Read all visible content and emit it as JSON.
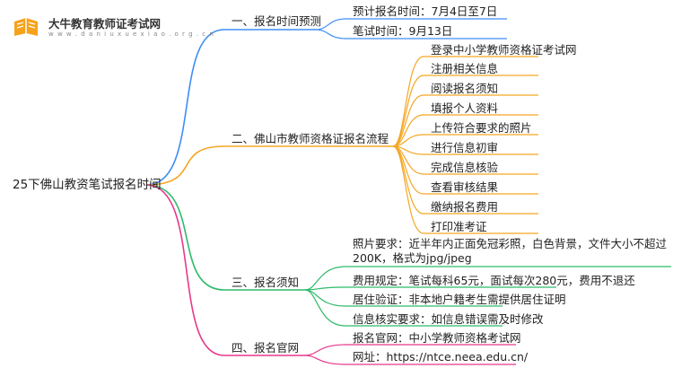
{
  "logo": {
    "title": "大牛教育教师证考试网",
    "url": "w w w . d a n i u x u e x i a o . o r g . c n"
  },
  "colors": {
    "blue": "#3f8ef5",
    "orange": "#f5a623",
    "green": "#2dbb6a",
    "pink": "#e8388a"
  },
  "root": "25下佛山教资笔试报名时间",
  "branches": [
    {
      "label": "一、报名时间预测",
      "color": "#3f8ef5",
      "children": [
        "预计报名时间：7月4日至7日",
        "笔试时间：9月13日"
      ]
    },
    {
      "label": "二、佛山市教师资格证报名流程",
      "color": "#f5a623",
      "children": [
        "登录中小学教师资格证考试网",
        "注册相关信息",
        "阅读报名须知",
        "填报个人资料",
        "上传符合要求的照片",
        "进行信息初审",
        "完成信息核验",
        "查看审核结果",
        "缴纳报名费用",
        "打印准考证"
      ]
    },
    {
      "label": "三、报名须知",
      "color": "#2dbb6a",
      "children": [
        "照片要求：近半年内正面免冠彩照，白色背景，文件大小不超过200K，格式为jpg/jpeg",
        "费用规定：笔试每科65元，面试每次280元，费用不退还",
        "居住验证：非本地户籍考生需提供居住证明",
        "信息核实要求：如信息错误需及时修改"
      ]
    },
    {
      "label": "四、报名官网",
      "color": "#e8388a",
      "children": [
        "报名官网：中小学教师资格考试网",
        "网址：https://ntce.neea.edu.cn/"
      ]
    }
  ]
}
